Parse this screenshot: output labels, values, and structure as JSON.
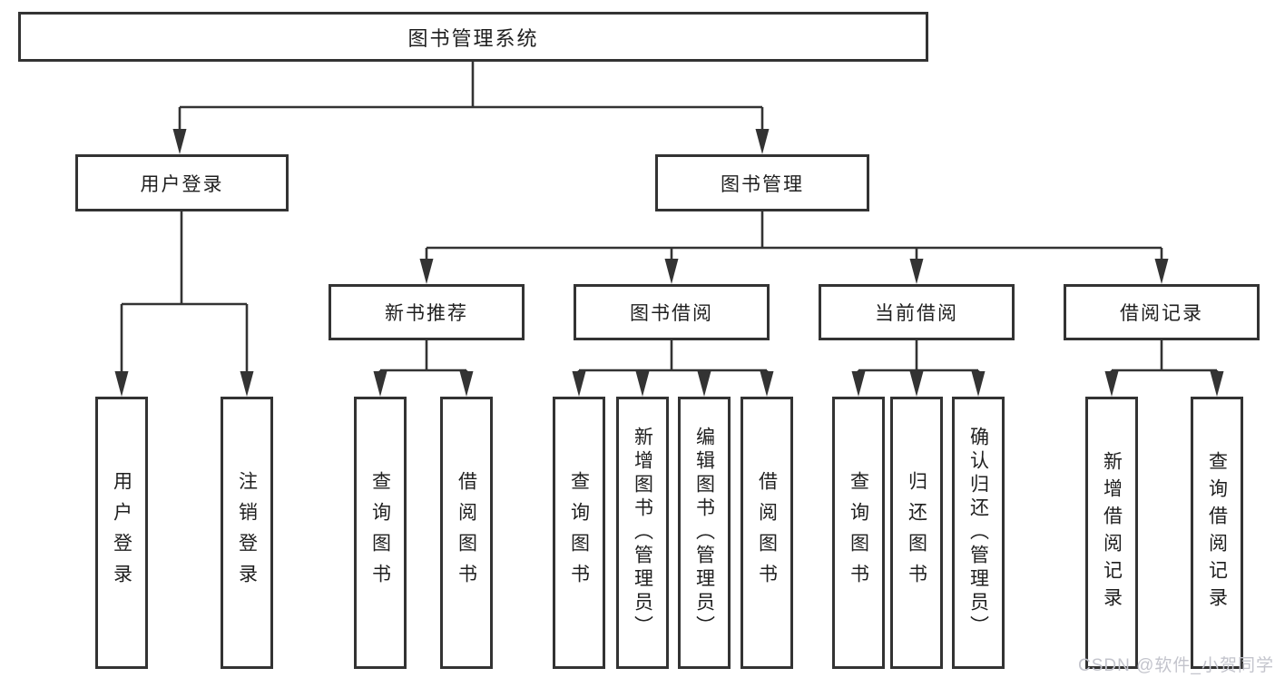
{
  "tree": {
    "root": "图书管理系统",
    "branches": [
      {
        "label": "用户登录",
        "children": [
          "用户登录",
          "注销登录"
        ]
      },
      {
        "label": "图书管理",
        "groups": [
          {
            "label": "新书推荐",
            "children": [
              "查询图书",
              "借阅图书"
            ]
          },
          {
            "label": "图书借阅",
            "children": [
              "查询图书",
              "新增图书（管理员）",
              "编辑图书（管理员）",
              "借阅图书"
            ]
          },
          {
            "label": "当前借阅",
            "children": [
              "查询图书",
              "归还图书",
              "确认归还（管理员）"
            ]
          },
          {
            "label": "借阅记录",
            "children": [
              "新增借阅记录",
              "查询借阅记录"
            ]
          }
        ]
      }
    ]
  },
  "watermark": "CSDN @软件_小贺同学",
  "colors": {
    "line": "#333333",
    "text": "#1f1f1f",
    "background": "#ffffff",
    "watermark": "#c3c4cc"
  }
}
